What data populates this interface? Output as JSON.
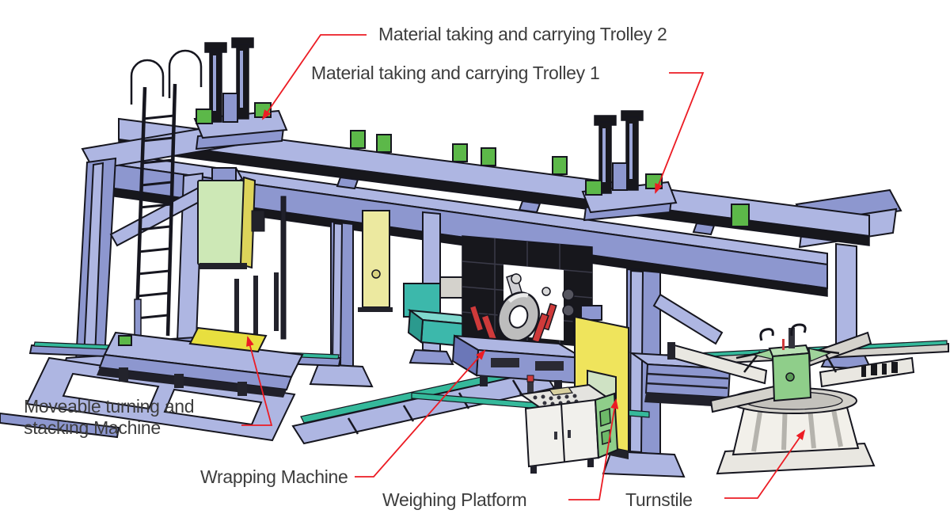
{
  "diagram": {
    "type": "annotated-equipment-illustration",
    "labels": [
      {
        "id": "trolley2",
        "text": "Material taking and carrying Trolley 2"
      },
      {
        "id": "trolley1",
        "text": "Material taking and carrying Trolley 1"
      },
      {
        "id": "moveable",
        "text": "Moveable turning and stacking Machine"
      },
      {
        "id": "wrapping",
        "text": "Wrapping Machine"
      },
      {
        "id": "weighing",
        "text": "Weighing Platform"
      },
      {
        "id": "turnstile",
        "text": "Turnstile"
      }
    ],
    "colors": {
      "background": "#ffffff",
      "label_text": "#3d3d3d",
      "leader_line": "#ec1c24",
      "steel_light": "#aeb6e2",
      "steel_mid": "#8d97cf",
      "steel_dark": "#6b77b8",
      "outline_black": "#16161f",
      "accent_green": "#5cb849",
      "panel_pale_green": "#cde8b6",
      "accent_yellow": "#efe45c",
      "accent_teal": "#3cb8ab",
      "machine_gray": "#e9e7e1",
      "coil_gray": "#bdbdbd",
      "clamp_red": "#cf3a3a",
      "floor_rail_teal": "#35b99b"
    }
  }
}
